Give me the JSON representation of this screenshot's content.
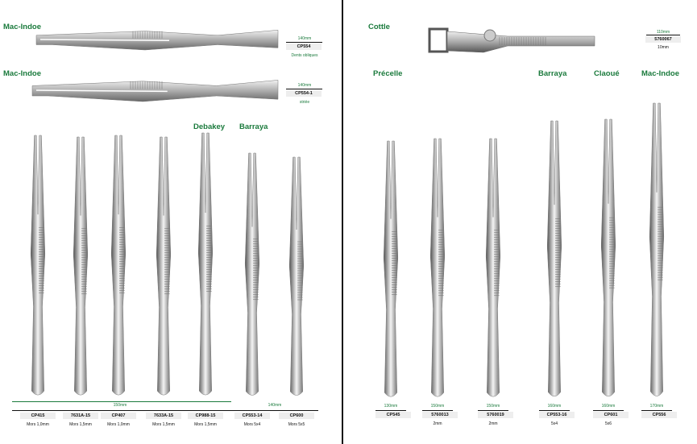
{
  "left_page": {
    "horizontal": [
      {
        "category": "Mac-Indoe",
        "length": "140mm",
        "code": "CP554",
        "note": "Dents obliques"
      },
      {
        "category": "Mac-Indoe",
        "length": "140mm",
        "code": "CP554-1",
        "note": "striée"
      }
    ],
    "group_labels": {
      "debakey": "Debakey",
      "barraya": "Barraya"
    },
    "lengths": {
      "group1": "150mm",
      "group2": "140mm"
    },
    "vertical": [
      {
        "code": "CP415",
        "jaw": "Mors 1,0mm"
      },
      {
        "code": "7631A-15",
        "jaw": "Mors 1,5mm"
      },
      {
        "code": "CP407",
        "jaw": "Mors 1,0mm"
      },
      {
        "code": "7633A-15",
        "jaw": "Mors 1,5mm"
      },
      {
        "code": "CP988-15",
        "jaw": "Mors 1,5mm"
      },
      {
        "code": "CP553-14",
        "jaw": "Mors 5x4"
      },
      {
        "code": "CP600",
        "jaw": "Mors 5x5"
      }
    ]
  },
  "right_page": {
    "cottle": {
      "category": "Cottle",
      "length": "110mm",
      "code": "5760067",
      "note": "10mm"
    },
    "group_labels": {
      "precelle": "Précelle",
      "barraya": "Barraya",
      "claoue": "Claoué",
      "macindoe": "Mac-Indoe"
    },
    "vertical": [
      {
        "length": "130mm",
        "code": "CP545",
        "jaw": ""
      },
      {
        "length": "150mm",
        "code": "5760013",
        "jaw": "2mm"
      },
      {
        "length": "150mm",
        "code": "5760019",
        "jaw": "2mm"
      },
      {
        "length": "160mm",
        "code": "CP553-16",
        "jaw": "5x4"
      },
      {
        "length": "160mm",
        "code": "CP601",
        "jaw": "5x6"
      },
      {
        "length": "170mm",
        "code": "CP556",
        "jaw": ""
      }
    ]
  },
  "colors": {
    "accent": "#1a7a3c"
  }
}
